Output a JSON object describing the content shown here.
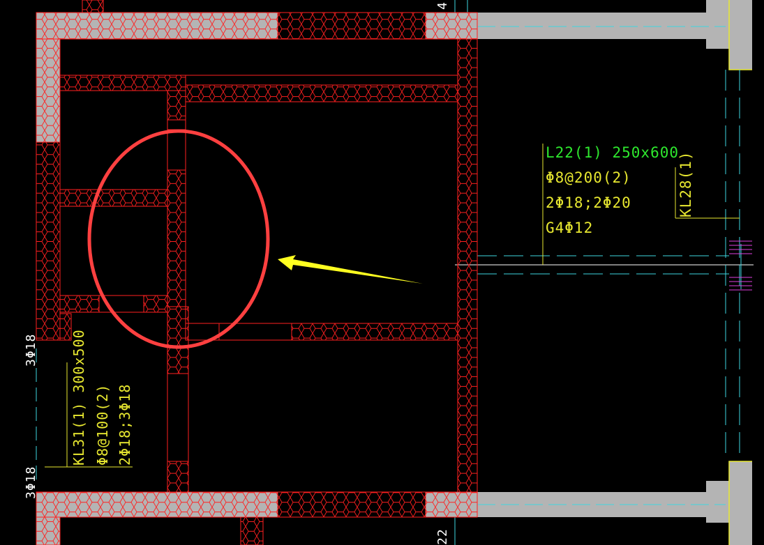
{
  "colors": {
    "background": "#000000",
    "wall_outline": "#ff2020",
    "wall_fill": "#b4b4b4",
    "beam_label": "#e8e830",
    "beam_title": "#2ee82e",
    "leader_line": "#e8e830",
    "axis_line": "#3ed6e0",
    "annotation_circle": "#ff4040",
    "annotation_arrow": "#ffff20",
    "hatch_pink": "#e040e0"
  },
  "beam_L22": {
    "title": "L22(1) 250x600",
    "stirrup": "Φ8@200(2)",
    "longitudinal": "2Φ18;2Φ20",
    "side": "G4Φ12"
  },
  "beam_KL28": {
    "title": "KL28(1)"
  },
  "beam_KL31": {
    "title": "KL31(1) 300x500",
    "stirrup": "Φ8@100(2)",
    "longitudinal": "2Φ18;3Φ18"
  },
  "left_rebar_top": "3Φ18",
  "left_rebar_bottom": "3Φ18",
  "top_dim_fragment": "4",
  "bottom_dim_fragment": "22"
}
